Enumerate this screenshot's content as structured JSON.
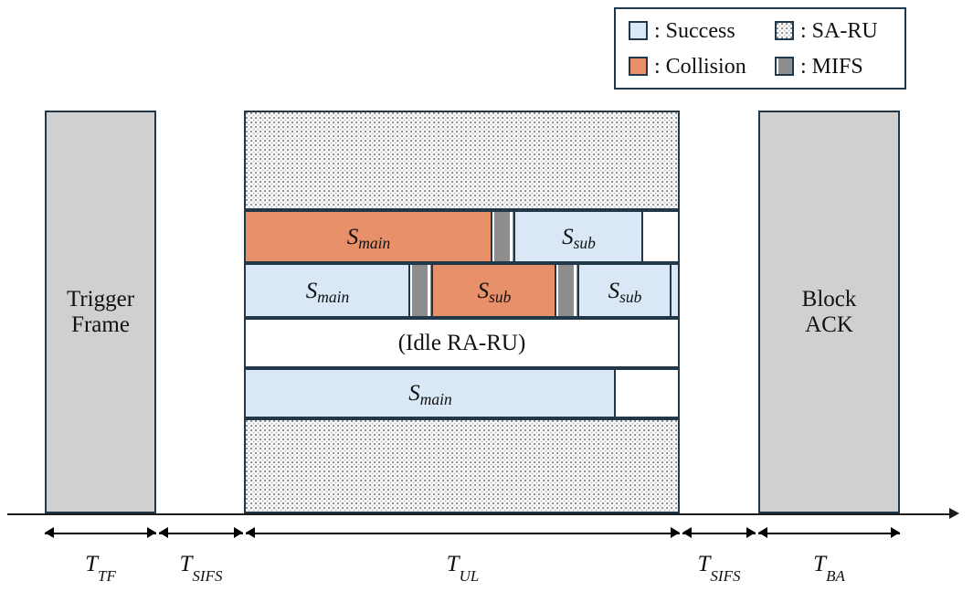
{
  "figure": {
    "type": "timing-diagram",
    "description": "UL OFDMA random access timing diagram with trigger frame, uplink RU transmissions and block ACK"
  },
  "legend": {
    "items": [
      {
        "id": "success",
        "label": ": Success",
        "swatch": "solid-fill",
        "color": "#d9e7f7"
      },
      {
        "id": "sa-ru",
        "label": ": SA-RU",
        "swatch": "dotted-fill",
        "color": "#ffffff"
      },
      {
        "id": "collision",
        "label": ": Collision",
        "swatch": "solid-fill",
        "color": "#e8906a"
      },
      {
        "id": "mifs",
        "label": ": MIFS",
        "swatch": "dashed-fill",
        "color": "#ffffff"
      }
    ]
  },
  "blocks": {
    "trigger_frame": {
      "label": "Trigger\nFrame",
      "line1": "Trigger",
      "line2": "Frame",
      "fill": "#d0d0d0"
    },
    "block_ack": {
      "label": "Block\nACK",
      "line1": "Block",
      "line2": "ACK",
      "fill": "#d0d0d0"
    }
  },
  "ul_rows": [
    {
      "id": "sa-ru-top",
      "kind": "sa-ru",
      "segments": [
        {
          "type": "sa-ru",
          "label": ""
        }
      ]
    },
    {
      "id": "ra-ru-1",
      "kind": "ra-ru",
      "segments": [
        {
          "type": "collision",
          "label": "S",
          "sub": "main"
        },
        {
          "type": "mifs",
          "label": ""
        },
        {
          "type": "success",
          "label": "S",
          "sub": "sub"
        },
        {
          "type": "idle",
          "label": ""
        }
      ]
    },
    {
      "id": "ra-ru-2",
      "kind": "ra-ru",
      "segments": [
        {
          "type": "success",
          "label": "S",
          "sub": "main"
        },
        {
          "type": "mifs",
          "label": ""
        },
        {
          "type": "collision",
          "label": "S",
          "sub": "sub"
        },
        {
          "type": "mifs",
          "label": ""
        },
        {
          "type": "success",
          "label": "S",
          "sub": "sub"
        },
        {
          "type": "idle",
          "label": ""
        }
      ]
    },
    {
      "id": "ra-ru-idle",
      "kind": "ra-ru",
      "segments": [
        {
          "type": "idle",
          "label": "(Idle RA-RU)"
        }
      ]
    },
    {
      "id": "ra-ru-3",
      "kind": "ra-ru",
      "segments": [
        {
          "type": "success",
          "label": "S",
          "sub": "main"
        },
        {
          "type": "idle",
          "label": ""
        }
      ]
    },
    {
      "id": "sa-ru-bottom",
      "kind": "sa-ru",
      "segments": [
        {
          "type": "sa-ru",
          "label": ""
        }
      ]
    }
  ],
  "timeline": {
    "intervals": [
      {
        "id": "t-tf",
        "label": "T",
        "sub": "TF"
      },
      {
        "id": "t-sifs1",
        "label": "T",
        "sub": "SIFS"
      },
      {
        "id": "t-ul",
        "label": "T",
        "sub": "UL"
      },
      {
        "id": "t-sifs2",
        "label": "T",
        "sub": "SIFS"
      },
      {
        "id": "t-ba",
        "label": "T",
        "sub": "BA"
      }
    ]
  },
  "colors": {
    "success": "#d9e7f7",
    "collision": "#e8906a",
    "frame_gray": "#d0d0d0",
    "ink": "#20384a",
    "axis": "#1b1b1b"
  }
}
